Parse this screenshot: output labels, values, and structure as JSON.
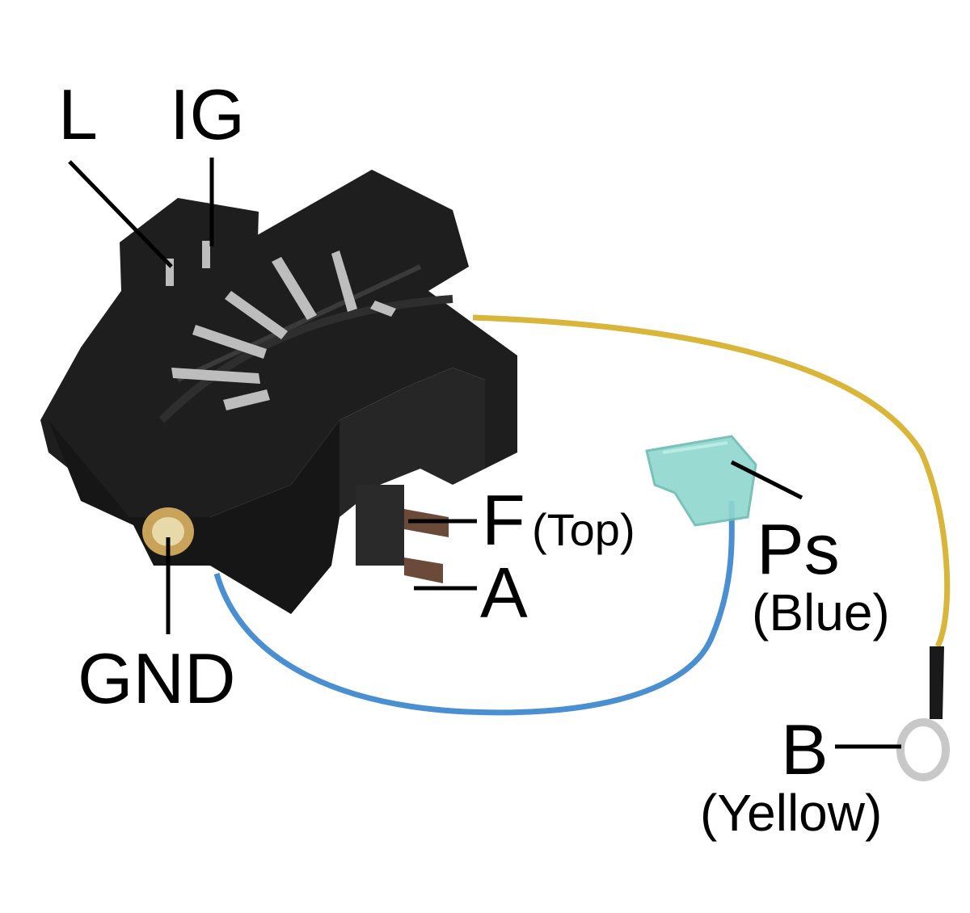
{
  "labels": {
    "l": "L",
    "ig": "IG",
    "f": "F",
    "f_note": "(Top)",
    "a": "A",
    "ps": "Ps",
    "ps_note": "(Blue)",
    "gnd": "GND",
    "b": "B",
    "b_note": "(Yellow)"
  },
  "colors": {
    "housing": "#1e1e1e",
    "housing_highlight": "#3a3a3a",
    "contact_metal": "#bdbdbd",
    "wire_blue": "#4a8fd1",
    "wire_yellow": "#d9b53a",
    "connector_cap": "#8fd8cf",
    "ring_terminal": "#c8c8c8",
    "brass": "#c9a35a",
    "leader_line": "#000000"
  }
}
